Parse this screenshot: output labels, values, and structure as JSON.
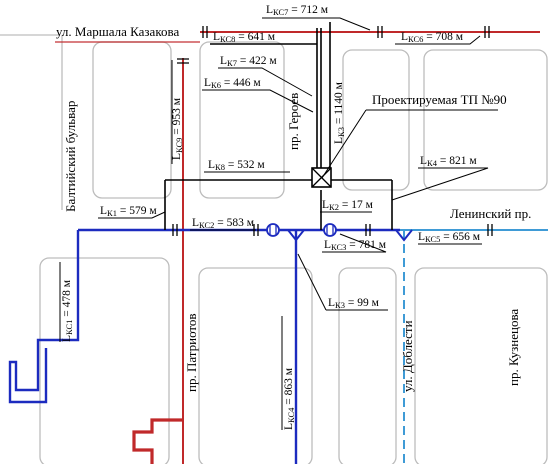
{
  "colors": {
    "block_outline": "#bdbdbd",
    "schematic_line": "#000000",
    "heating_main_blue": "#1c2bbf",
    "heating_main_red": "#c0292a",
    "water_light_blue": "#3f9bd6"
  },
  "streets": {
    "marshal_kazakov": "ул. Маршала Казакова",
    "baltic_boulevard": "Балтийский бульвар",
    "geroev": "пр. Героев",
    "leninsky": "Ленинский пр.",
    "patriotov": "пр. Патриотов",
    "doblesti": "ул. Доблести",
    "kuznetsova": "пр. Кузнецова"
  },
  "substation_label": "Проектируемая ТП №90",
  "section_labels": [
    {
      "base": "L",
      "sub": "КС7",
      "value": " = 712 м"
    },
    {
      "base": "L",
      "sub": "КС8",
      "value": " = 641 м"
    },
    {
      "base": "L",
      "sub": "КС6",
      "value": " = 708 м"
    },
    {
      "base": "L",
      "sub": "К7",
      "value": " = 422 м"
    },
    {
      "base": "L",
      "sub": "К6",
      "value": " = 446 м"
    },
    {
      "base": "L",
      "sub": "КС9",
      "value": " = 953 м"
    },
    {
      "base": "L",
      "sub": "К3",
      "value": " = 1140 м"
    },
    {
      "base": "L",
      "sub": "К8",
      "value": " = 532 м"
    },
    {
      "base": "L",
      "sub": "К4",
      "value": " = 821 м"
    },
    {
      "base": "L",
      "sub": "К1",
      "value": " = 579 м"
    },
    {
      "base": "L",
      "sub": "КС2",
      "value": " = 583 м"
    },
    {
      "base": "L",
      "sub": "К2",
      "value": " = 17 м"
    },
    {
      "base": "L",
      "sub": "КС3",
      "value": " = 781 м"
    },
    {
      "base": "L",
      "sub": "КС5",
      "value": " = 656 м"
    },
    {
      "base": "L",
      "sub": "КС1",
      "value": " = 478 м"
    },
    {
      "base": "L",
      "sub": "К3",
      "value": " = 99 м"
    },
    {
      "base": "L",
      "sub": "КС4",
      "value": " = 863 м"
    }
  ]
}
